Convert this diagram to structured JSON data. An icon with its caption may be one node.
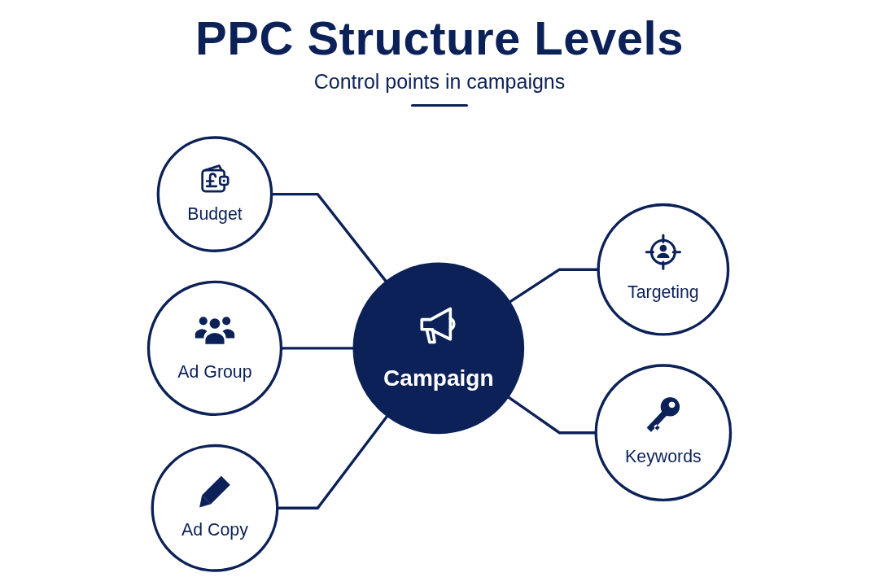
{
  "diagram": {
    "title": "PPC Structure Levels",
    "nodes": [
      {
        "text": [
          "Budget"
        ]
      },
      {
        "text": [
          "Ad Group"
        ]
      },
      {
        "text": [
          "Campaign"
        ]
      },
      {
        "text": [
          "Targeting"
        ]
      },
      {
        "text": [
          "Ad Copy"
        ]
      },
      {
        "text": [
          "Keywords"
        ]
      }
    ],
    "edges": [
      {
        "from": 0,
        "to": 2,
        "arrow": "none"
      },
      {
        "from": 1,
        "to": 2,
        "arrow": "none"
      },
      {
        "from": 2,
        "to": 3,
        "arrow": "none"
      },
      {
        "from": 4,
        "to": 2,
        "arrow": "none"
      },
      {
        "from": 2,
        "to": 5,
        "arrow": "none"
      }
    ],
    "labels": [
      "Control points in campaigns"
    ]
  }
}
